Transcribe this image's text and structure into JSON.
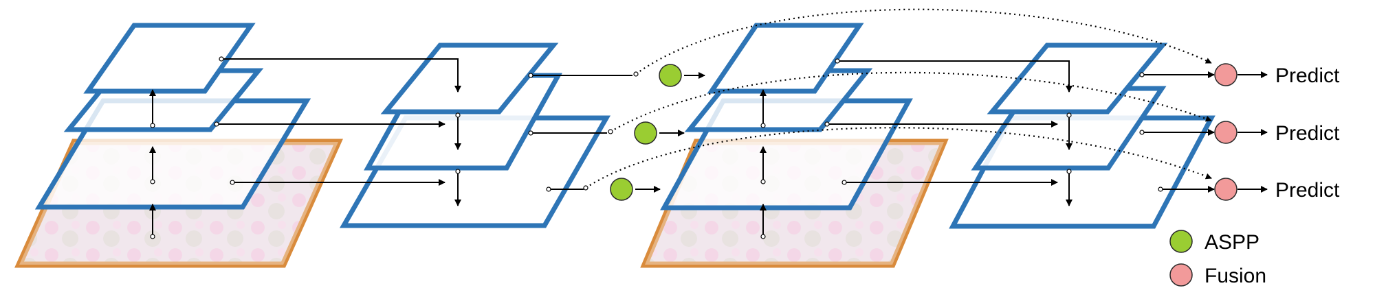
{
  "colors": {
    "layer_stroke": "#2E75B6",
    "image_frame": "#D98B3C",
    "aspp": "#9ACD32",
    "fusion": "#F29A9A",
    "arrow": "#000000"
  },
  "outputs": [
    "Predict",
    "Predict",
    "Predict"
  ],
  "legend": [
    {
      "label": "ASPP",
      "color_key": "aspp"
    },
    {
      "label": "Fusion",
      "color_key": "fusion"
    }
  ]
}
